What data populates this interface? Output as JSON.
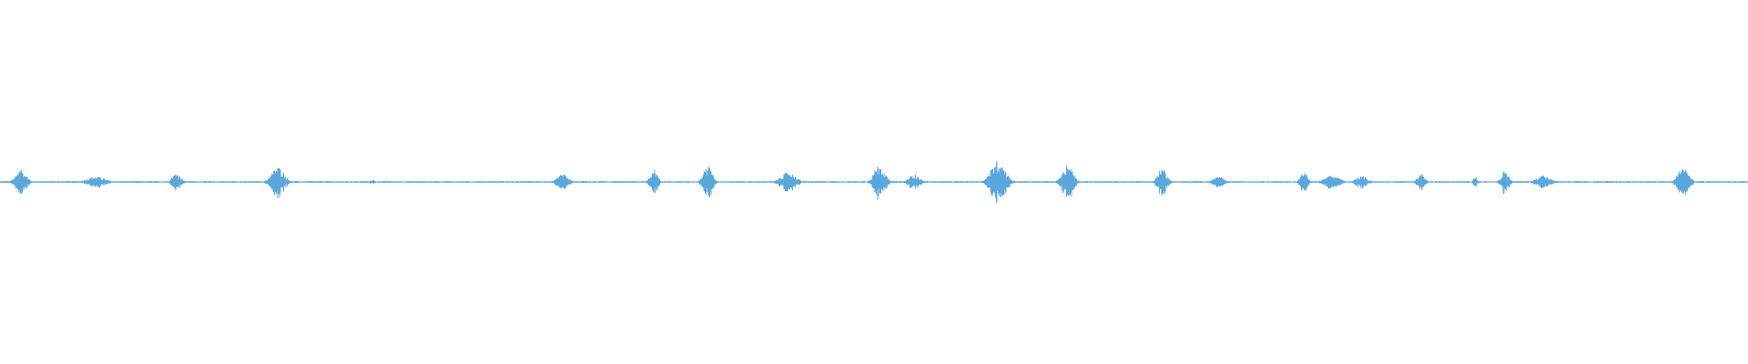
{
  "waveform": {
    "color": "#5aa7de",
    "background": "#ffffff",
    "normalized_peak_amplitude": 1.0,
    "bursts": [
      {
        "center": 0.012,
        "width": 0.006,
        "amp": 0.55
      },
      {
        "center": 0.055,
        "width": 0.01,
        "amp": 0.25
      },
      {
        "center": 0.101,
        "width": 0.005,
        "amp": 0.4
      },
      {
        "center": 0.159,
        "width": 0.007,
        "amp": 0.7
      },
      {
        "center": 0.213,
        "width": 0.003,
        "amp": 0.1
      },
      {
        "center": 0.322,
        "width": 0.006,
        "amp": 0.35
      },
      {
        "center": 0.374,
        "width": 0.004,
        "amp": 0.6
      },
      {
        "center": 0.405,
        "width": 0.005,
        "amp": 0.75
      },
      {
        "center": 0.451,
        "width": 0.008,
        "amp": 0.45
      },
      {
        "center": 0.503,
        "width": 0.006,
        "amp": 0.8
      },
      {
        "center": 0.523,
        "width": 0.006,
        "amp": 0.35
      },
      {
        "center": 0.571,
        "width": 0.008,
        "amp": 1.0
      },
      {
        "center": 0.611,
        "width": 0.006,
        "amp": 0.8
      },
      {
        "center": 0.665,
        "width": 0.005,
        "amp": 0.65
      },
      {
        "center": 0.697,
        "width": 0.006,
        "amp": 0.25
      },
      {
        "center": 0.746,
        "width": 0.004,
        "amp": 0.45
      },
      {
        "center": 0.762,
        "width": 0.008,
        "amp": 0.3
      },
      {
        "center": 0.779,
        "width": 0.006,
        "amp": 0.3
      },
      {
        "center": 0.813,
        "width": 0.004,
        "amp": 0.4
      },
      {
        "center": 0.844,
        "width": 0.002,
        "amp": 0.25
      },
      {
        "center": 0.861,
        "width": 0.004,
        "amp": 0.55
      },
      {
        "center": 0.883,
        "width": 0.008,
        "amp": 0.3
      },
      {
        "center": 0.963,
        "width": 0.006,
        "amp": 0.7
      }
    ]
  }
}
